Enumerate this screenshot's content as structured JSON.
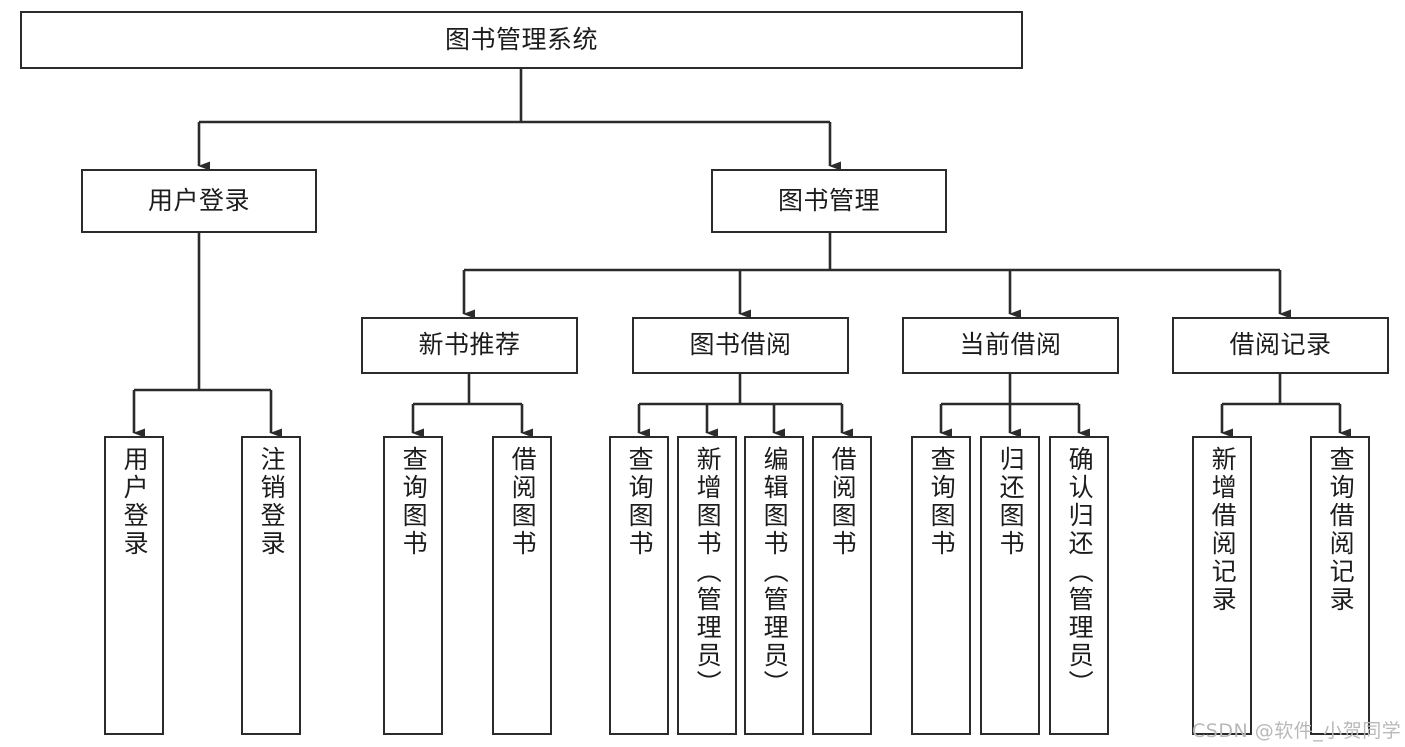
{
  "diagram": {
    "title": "图书管理系统",
    "type": "tree-hierarchy-chart",
    "levels": {
      "root": {
        "label": "图书管理系统"
      },
      "level2": [
        {
          "id": "user-login",
          "label": "用户登录"
        },
        {
          "id": "book-management",
          "label": "图书管理"
        }
      ],
      "level3": [
        {
          "id": "new-book-recommend",
          "label": "新书推荐"
        },
        {
          "id": "book-borrow",
          "label": "图书借阅"
        },
        {
          "id": "current-borrow",
          "label": "当前借阅"
        },
        {
          "id": "borrow-record",
          "label": "借阅记录"
        }
      ],
      "level4": [
        {
          "id": "leaf-user-login",
          "label": "用户登录",
          "parent": "user-login"
        },
        {
          "id": "leaf-logout-login",
          "label": "注销登录",
          "parent": "user-login"
        },
        {
          "id": "leaf-query-book-1",
          "label": "查询图书",
          "parent": "new-book-recommend"
        },
        {
          "id": "leaf-borrow-book-1",
          "label": "借阅图书",
          "parent": "new-book-recommend"
        },
        {
          "id": "leaf-query-book-2",
          "label": "查询图书",
          "parent": "book-borrow"
        },
        {
          "id": "leaf-add-book",
          "label": "新增图书（管理员）",
          "parent": "book-borrow"
        },
        {
          "id": "leaf-edit-book",
          "label": "编辑图书（管理员）",
          "parent": "book-borrow"
        },
        {
          "id": "leaf-borrow-book-2",
          "label": "借阅图书",
          "parent": "book-borrow"
        },
        {
          "id": "leaf-query-book-3",
          "label": "查询图书",
          "parent": "current-borrow"
        },
        {
          "id": "leaf-return-book",
          "label": "归还图书",
          "parent": "current-borrow"
        },
        {
          "id": "leaf-confirm-return",
          "label": "确认归还（管理员）",
          "parent": "current-borrow"
        },
        {
          "id": "leaf-add-record",
          "label": "新增借阅记录",
          "parent": "borrow-record"
        },
        {
          "id": "leaf-query-record",
          "label": "查询借阅记录",
          "parent": "borrow-record"
        }
      ]
    },
    "watermark": "CSDN @软件_小贺同学",
    "colors": {
      "stroke": "#2b2b2b",
      "text": "#1c1c1c",
      "background": "#ffffff",
      "watermark": "#b9b9b9"
    }
  }
}
